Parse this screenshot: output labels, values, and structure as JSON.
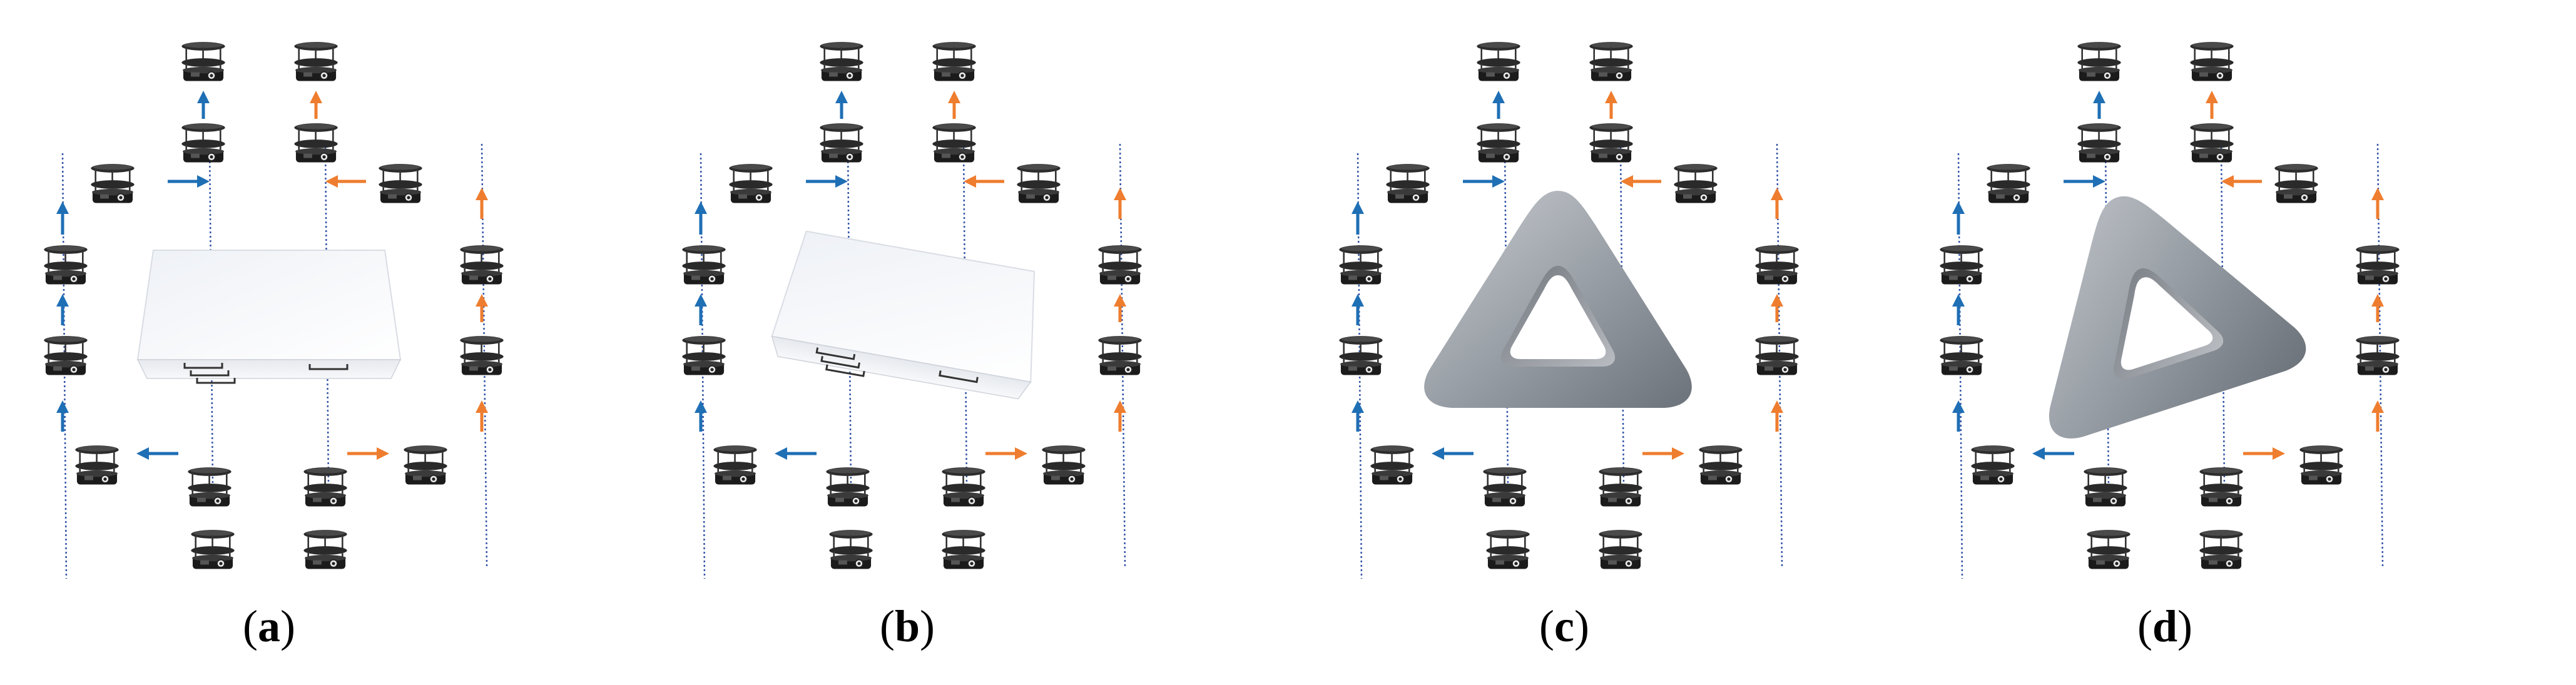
{
  "colors": {
    "blue": "#1f6fb5",
    "orange": "#ee7d2f",
    "axis": "#3657a8",
    "robot_top": "#2a2a2a",
    "robot_body": "#1a1a1a",
    "box_face": "#f2f4f8",
    "triangle": "#8e949c"
  },
  "icons": {
    "robot": "mobile-robot-icon",
    "cabinet": "cabinet-load-icon",
    "triangle": "triangle-ring-load-icon"
  },
  "panels": [
    {
      "id": "a",
      "label_open": "(",
      "label_letter": "a",
      "label_close": ")",
      "load": "cabinet"
    },
    {
      "id": "b",
      "label_open": "(",
      "label_letter": "b",
      "label_close": ")",
      "load": "cabinet"
    },
    {
      "id": "c",
      "label_open": "(",
      "label_letter": "c",
      "label_close": ")",
      "load": "triangle"
    },
    {
      "id": "d",
      "label_open": "(",
      "label_letter": "d",
      "label_close": ")",
      "load": "triangle"
    }
  ]
}
